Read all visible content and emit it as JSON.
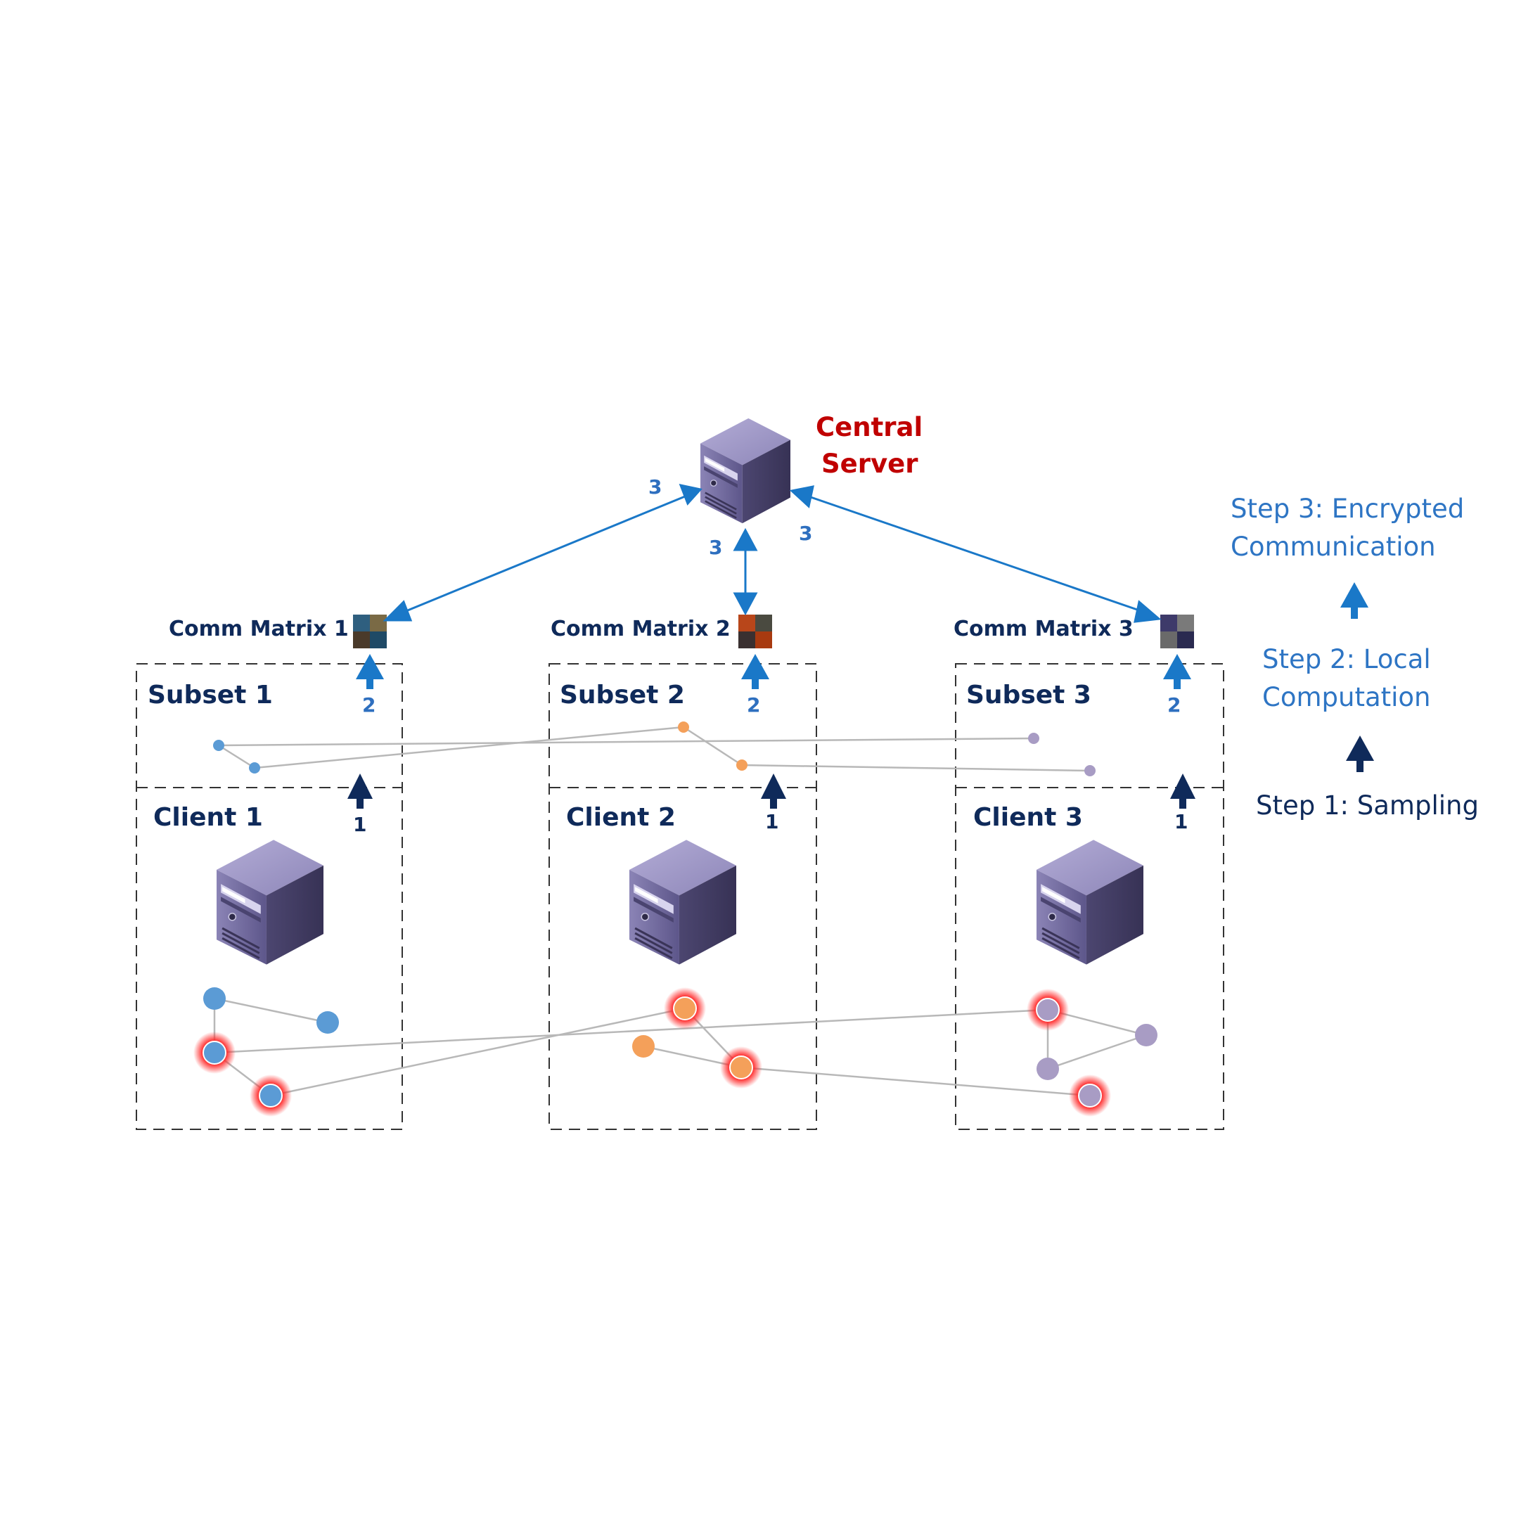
{
  "central_server": {
    "label_line1": "Central",
    "label_line2": "Server"
  },
  "arrow_numbers": {
    "step1": "1",
    "step2": "2",
    "step3": "3"
  },
  "clients": [
    {
      "client_label": "Client 1",
      "subset_label": "Subset 1",
      "matrix_label": "Comm Matrix 1",
      "color": "#5b9bd5",
      "matrix_colors": [
        "#2f5f7f",
        "#7a6a45",
        "#4a3a2a",
        "#1f4a66"
      ]
    },
    {
      "client_label": "Client 2",
      "subset_label": "Subset 2",
      "matrix_label": "Comm Matrix 2",
      "color": "#f4a05a",
      "matrix_colors": [
        "#b8461a",
        "#4a4a40",
        "#3a3030",
        "#a83a10"
      ]
    },
    {
      "client_label": "Client 3",
      "subset_label": "Subset 3",
      "matrix_label": "Comm Matrix 3",
      "color": "#a89cc4",
      "matrix_colors": [
        "#3e3a6a",
        "#7a7a7a",
        "#6a6a6a",
        "#2a2a50"
      ]
    }
  ],
  "legend": {
    "step3_line1": "Step 3: Encrypted",
    "step3_line2": "Communication",
    "step2_line1": "Step 2: Local",
    "step2_line2": "Computation",
    "step1": "Step 1: Sampling"
  },
  "colors": {
    "navy": "#0f2a5a",
    "arrow_blue": "#1a78c8",
    "server_red": "#c00000",
    "step_blue": "#2e75c4",
    "edge_gray": "#b8b8b8",
    "highlight_red": "#ff2a2a"
  }
}
